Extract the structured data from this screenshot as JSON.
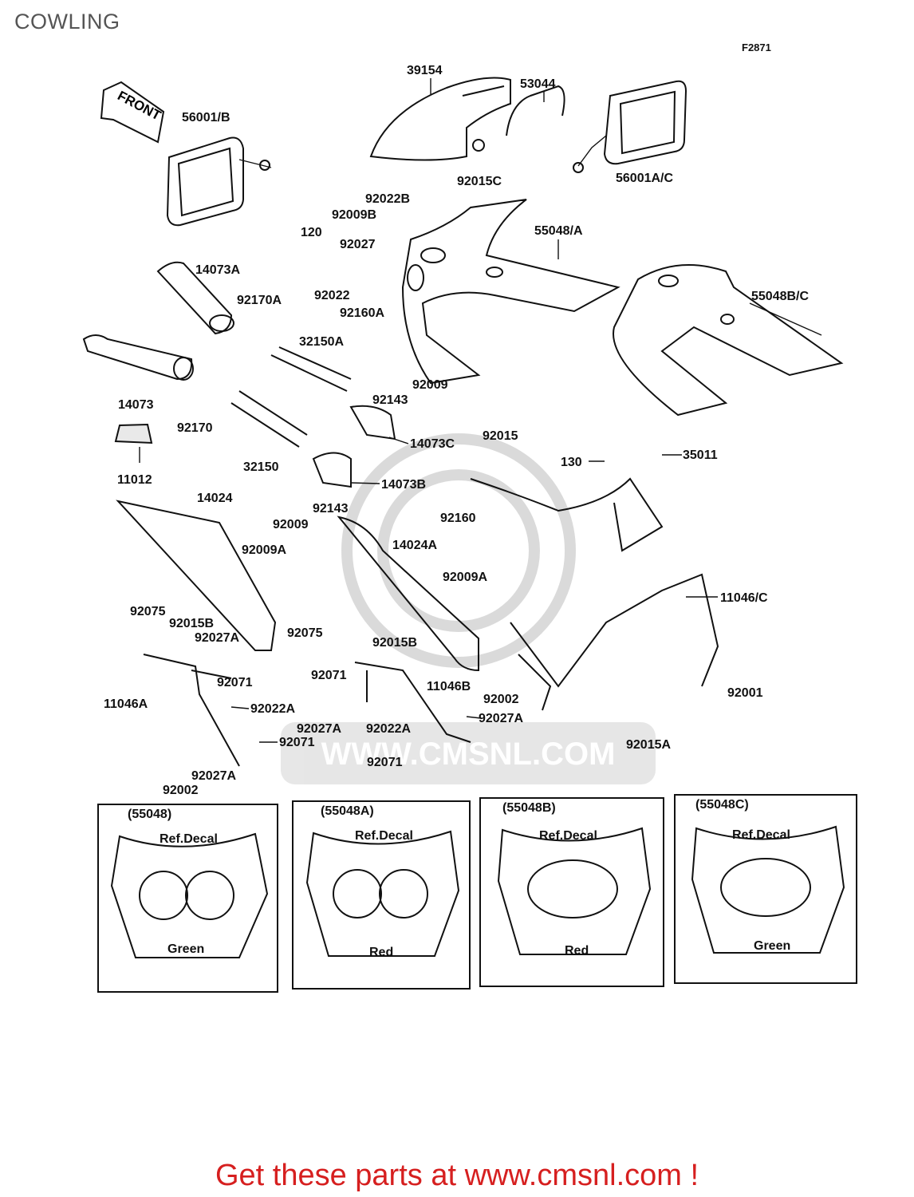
{
  "page": {
    "title": "COWLING",
    "figure_code": "F2871",
    "front_arrow_label": "FRONT",
    "footer_link": "Get these parts at www.cmsnl.com !",
    "watermark_text": "WWW.CMSNL.COM"
  },
  "parts": [
    "39154",
    "53044",
    "56001/B",
    "56001A/C",
    "92015C",
    "92022B",
    "92009B",
    "120",
    "92027",
    "92022",
    "92160A",
    "55048/A",
    "55048B/C",
    "14073A",
    "92170A",
    "32150A",
    "14073",
    "92170",
    "32150",
    "11012",
    "92143",
    "92009",
    "14073C",
    "14073B",
    "92143",
    "92009",
    "92015",
    "130",
    "35011",
    "92160",
    "14024",
    "14024A",
    "92009A",
    "92009A",
    "11046/C",
    "92075",
    "92015B",
    "92027A",
    "92071",
    "11046A",
    "92022A",
    "92071",
    "92027A",
    "92002",
    "92075",
    "92015B",
    "92071",
    "11046B",
    "92002",
    "92027A",
    "92027A",
    "92022A",
    "92071",
    "92001",
    "92015A"
  ],
  "variants": [
    {
      "code": "(55048)",
      "ref": "Ref.Decal",
      "color": "Green"
    },
    {
      "code": "(55048A)",
      "ref": "Ref.Decal",
      "color": "Red"
    },
    {
      "code": "(55048B)",
      "ref": "Ref.Decal",
      "color": "Red"
    },
    {
      "code": "(55048C)",
      "ref": "Ref.Decal",
      "color": "Green"
    }
  ]
}
